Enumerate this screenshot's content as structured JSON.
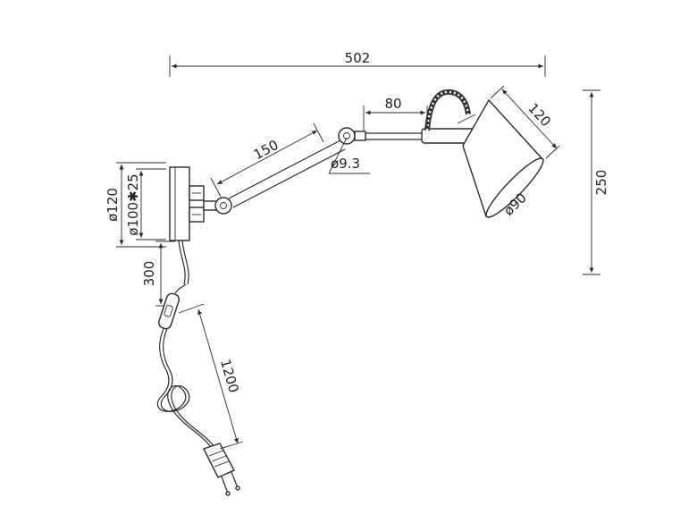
{
  "dimensions": {
    "overall_width": "502",
    "arm_length": "150",
    "joint_diameter": "ø9.3",
    "rod_length": "80",
    "shade_length": "120",
    "shade_diameter": "ø90",
    "overall_height": "250",
    "base_diameter": "ø120",
    "mount_spec": "ø100✱25",
    "lead_length": "300",
    "cable_length": "1200"
  }
}
